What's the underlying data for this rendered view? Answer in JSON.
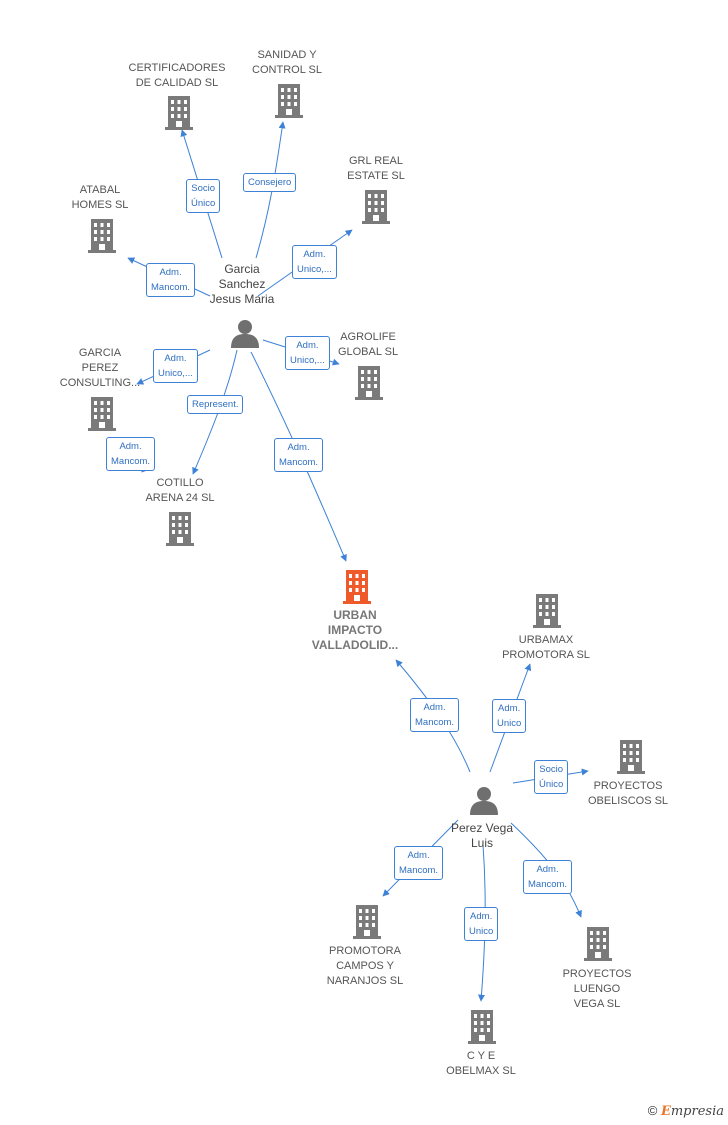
{
  "nodes": [
    {
      "id": "cert",
      "type": "company",
      "label": "CERTIFICADORES\nDE CALIDAD  SL"
    },
    {
      "id": "sanidad",
      "type": "company",
      "label": "SANIDAD Y\nCONTROL  SL"
    },
    {
      "id": "grl",
      "type": "company",
      "label": "GRL REAL\nESTATE  SL"
    },
    {
      "id": "atabal",
      "type": "company",
      "label": "ATABAL\nHOMES  SL"
    },
    {
      "id": "garcia_person",
      "type": "person",
      "label": "Garcia\nSanchez\nJesus Maria"
    },
    {
      "id": "agrolife",
      "type": "company",
      "label": "AGROLIFE\nGLOBAL  SL"
    },
    {
      "id": "garcia_perez",
      "type": "company",
      "label": "GARCIA\nPEREZ\nCONSULTING..."
    },
    {
      "id": "cotillo",
      "type": "company",
      "label": "COTILLO\nARENA 24  SL"
    },
    {
      "id": "urban",
      "type": "target",
      "label": "URBAN\nIMPACTO\nVALLADOLID..."
    },
    {
      "id": "urbamax",
      "type": "company",
      "label": "URBAMAX\nPROMOTORA SL"
    },
    {
      "id": "obeliscos",
      "type": "company",
      "label": "PROYECTOS\nOBELISCOS  SL"
    },
    {
      "id": "perez_person",
      "type": "person",
      "label": "Perez Vega\nLuis"
    },
    {
      "id": "promotora",
      "type": "company",
      "label": "PROMOTORA\nCAMPOS Y\nNARANJOS SL"
    },
    {
      "id": "luengo",
      "type": "company",
      "label": "PROYECTOS\nLUENGO\nVEGA  SL"
    },
    {
      "id": "cye",
      "type": "company",
      "label": "C Y E\nOBELMAX SL"
    }
  ],
  "edges": [
    {
      "from": "garcia_person",
      "to": "cert",
      "label": "Socio\nÚnico"
    },
    {
      "from": "garcia_person",
      "to": "sanidad",
      "label": "Consejero"
    },
    {
      "from": "garcia_person",
      "to": "grl",
      "label": "Adm.\nUnico,..."
    },
    {
      "from": "garcia_person",
      "to": "atabal",
      "label": "Adm.\nMancom."
    },
    {
      "from": "garcia_person",
      "to": "agrolife",
      "label": "Adm.\nUnico,..."
    },
    {
      "from": "garcia_person",
      "to": "garcia_perez",
      "label": "Adm.\nUnico,..."
    },
    {
      "from": "garcia_person",
      "to": "cotillo",
      "label": "Represent."
    },
    {
      "from": "garcia_person",
      "to": "urban",
      "label": "Adm.\nMancom."
    },
    {
      "from": "garcia_perez",
      "to": "cotillo",
      "label": "Adm.\nMancom."
    },
    {
      "from": "perez_person",
      "to": "urban",
      "label": "Adm.\nMancom."
    },
    {
      "from": "perez_person",
      "to": "urbamax",
      "label": "Adm.\nUnico"
    },
    {
      "from": "perez_person",
      "to": "obeliscos",
      "label": "Socio\nÚnico"
    },
    {
      "from": "perez_person",
      "to": "promotora",
      "label": "Adm.\nMancom."
    },
    {
      "from": "perez_person",
      "to": "cye",
      "label": "Adm.\nUnico"
    },
    {
      "from": "perez_person",
      "to": "luengo",
      "label": "Adm.\nMancom."
    }
  ],
  "colors": {
    "edge": "#3d82d6",
    "company_icon": "#7a7a7a",
    "target_icon": "#ee5a2a",
    "person_icon": "#6f6f6f"
  },
  "footer": {
    "copyright": "©",
    "brand_first": "E",
    "brand_rest": "mpresia"
  }
}
